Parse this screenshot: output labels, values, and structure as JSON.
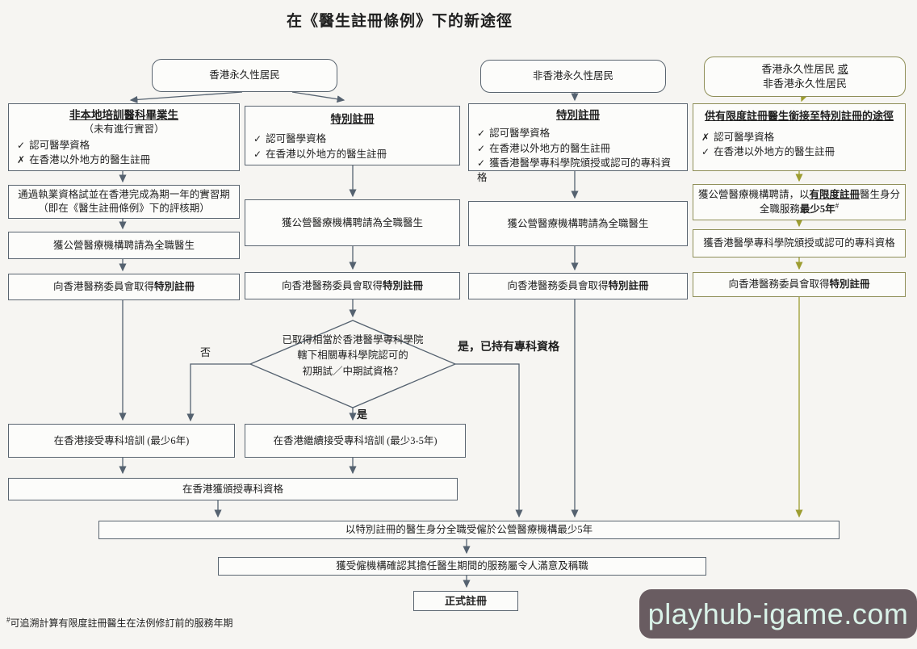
{
  "title": "在《醫生註冊條例》下的新途徑",
  "colors": {
    "line": "#556270",
    "alt_line": "#9d9d30",
    "box_border": "#5a6570",
    "alt_border": "#8f8f58",
    "watermark_bg": "#695c61",
    "watermark_text": "#d9f2e8"
  },
  "top": {
    "hk": "香港永久性居民",
    "non_hk": "非香港永久性居民",
    "either_l1": "香港永久性居民",
    "either_or": "或",
    "either_l2": "非香港永久性居民"
  },
  "col1": {
    "title": "非本地培訓醫科畢業生",
    "subtitle": "（未有進行實習）",
    "reqs": [
      {
        "mark": "✓",
        "text": "認可醫學資格"
      },
      {
        "mark": "✗",
        "text": "在香港以外地方的醫生註冊"
      }
    ],
    "step1_l1": "通過執業資格試並在香港完成為期一年的實習期",
    "step1_l2": "（即在《醫生註冊條例》下的評核期）",
    "step2": "獲公營醫療機構聘請為全職醫生",
    "step3_pre": "向香港醫務委員會取得",
    "step3_bold": "特別註冊"
  },
  "col2": {
    "title": "特別註冊",
    "reqs": [
      {
        "mark": "✓",
        "text": "認可醫學資格"
      },
      {
        "mark": "✓",
        "text": "在香港以外地方的醫生註冊"
      }
    ],
    "step2": "獲公營醫療機構聘請為全職醫生",
    "step3_pre": "向香港醫務委員會取得",
    "step3_bold": "特別註冊"
  },
  "col3": {
    "title": "特別註冊",
    "reqs": [
      {
        "mark": "✓",
        "text": "認可醫學資格"
      },
      {
        "mark": "✓",
        "text": "在香港以外地方的醫生註冊"
      },
      {
        "mark": "✓",
        "text": "獲香港醫學專科學院頒授或認可的專科資格"
      }
    ],
    "step2": "獲公營醫療機構聘請為全職醫生",
    "step3_pre": "向香港醫務委員會取得",
    "step3_bold": "特別註冊"
  },
  "col4": {
    "title": "供有限度註冊醫生銜接至特別註冊的途徑",
    "reqs": [
      {
        "mark": "✗",
        "text": "認可醫學資格"
      },
      {
        "mark": "✓",
        "text": "在香港以外地方的醫生註冊"
      }
    ],
    "step1_pre": "獲公營醫療機構聘請，以",
    "step1_u": "有限度註冊",
    "step1_suf": "醫生身分",
    "step1_l2pre": "全職服務",
    "step1_l2bold": "最少5年",
    "step1_sup": "#",
    "step2": "獲香港醫學專科學院頒授或認可的專科資格",
    "step3_pre": "向香港醫務委員會取得",
    "step3_bold": "特別註冊"
  },
  "decision": {
    "l1": "已取得相當於香港醫學專科學院",
    "l2": "轄下相關專科學院認可的",
    "l3": "初期試／中期試資格？",
    "no": "否",
    "yes": "是",
    "yes_specialist": "是，已持有專科資格"
  },
  "bottom": {
    "train6": "在香港接受專科培訓 (最少6年)",
    "train35": "在香港繼續接受專科培訓 (最少3-5年)",
    "award": "在香港獲頒授專科資格",
    "employ5": "以特別註冊的醫生身分全職受僱於公營醫療機構最少5年",
    "confirm": "獲受僱機構確認其擔任醫生期間的服務屬令人滿意及稱職",
    "full_reg": "正式註冊"
  },
  "footnote": {
    "sup": "#",
    "text": "可追溯計算有限度註冊醫生在法例修訂前的服務年期"
  },
  "watermark": "playhub-igame.com"
}
